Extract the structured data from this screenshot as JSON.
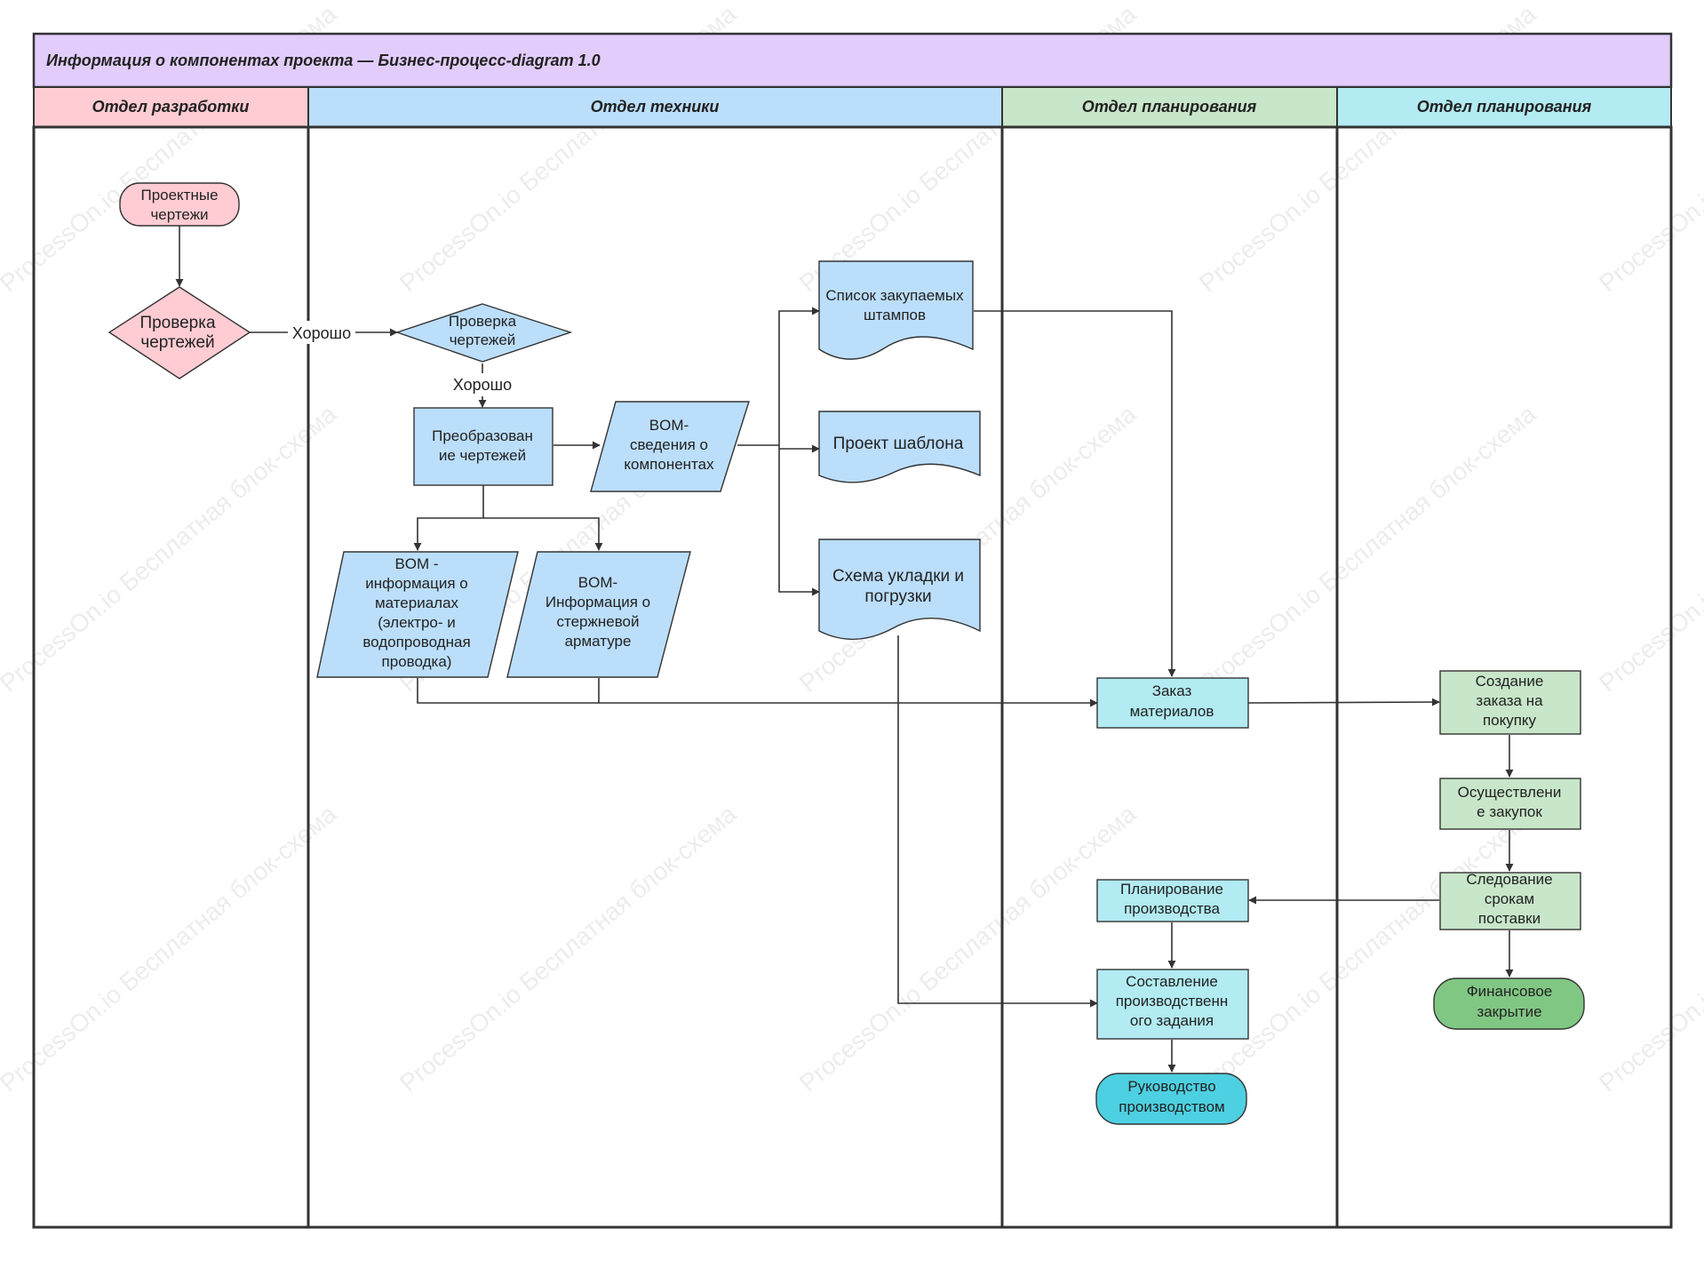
{
  "title": "Информация о компонентах проекта — Бизнес-процесс-diagram 1.0",
  "watermark": "ProcessOn.io Бесплатная блок-схема",
  "lanes": [
    {
      "label": "Отдел разработки",
      "color": "#ffccd3"
    },
    {
      "label": "Отдел техники",
      "color": "#bbdefb"
    },
    {
      "label": "Отдел планирования",
      "color": "#c8e6c9"
    },
    {
      "label": "Отдел планирования",
      "color": "#b2ebf2"
    }
  ],
  "colors": {
    "title_bg": "#e1ccfb",
    "pink": "#ffccd3",
    "blue": "#bbdefb",
    "cyan": "#b2ebf2",
    "green": "#c8e6c9",
    "cyan_dark": "#4dd0e1",
    "green_dark": "#81c784"
  },
  "nodes": {
    "project_drawings": [
      "Проектные",
      "чертежи"
    ],
    "check_drawings_1": [
      "Проверка",
      "чертежей"
    ],
    "check_drawings_2": [
      "Проверка",
      "чертежей"
    ],
    "convert_drawings": [
      "Преобразован",
      "ие чертежей"
    ],
    "bom_components": [
      "BOM-",
      "сведения о",
      "компонентах"
    ],
    "bom_materials": [
      "BOM -",
      "информация о",
      "материалах",
      "(электро- и",
      "водопроводная",
      "проводка)"
    ],
    "bom_rebar": [
      "BOM-",
      "Информация о",
      "стержневой",
      "арматуре"
    ],
    "stamps_list": [
      "Список закупаемых",
      "штампов"
    ],
    "template_project": [
      "Проект шаблона"
    ],
    "layout_scheme": [
      "Схема укладки и",
      "погрузки"
    ],
    "order_materials": [
      "Заказ",
      "материалов"
    ],
    "production_planning": [
      "Планирование",
      "производства"
    ],
    "production_task": [
      "Составление",
      "производственн",
      "ого задания"
    ],
    "production_management": [
      "Руководство",
      "производством"
    ],
    "create_purchase_order": [
      "Создание",
      "заказа на",
      "покупку"
    ],
    "make_purchases": [
      "Осуществлени",
      "е закупок"
    ],
    "track_delivery": [
      "Следование",
      "срокам",
      "поставки"
    ],
    "financial_closing": [
      "Финансовое",
      "закрытие"
    ]
  },
  "edge_labels": {
    "good_1": "Хорошо",
    "good_2": "Хорошо"
  }
}
